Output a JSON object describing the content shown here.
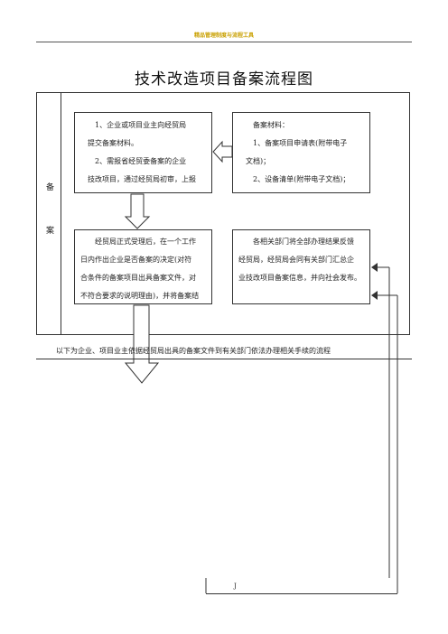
{
  "header": {
    "text": "精品管理制度与流程工具"
  },
  "title": "技术改造项目备案流程图",
  "side_label": {
    "top": "备",
    "bottom": "案"
  },
  "box1": {
    "line1": "1、企业或项目业主向经贸局",
    "line2": "提交备案材料。",
    "line3": "2、需报省经贸委备案的企业",
    "line4": "技改项目，通过经贸局初审，上报"
  },
  "box2": {
    "line1": "备案材料：",
    "line2": "1、备案项目申请表(附带电子",
    "line3": "文档)；",
    "line4": "2、设备清单(附带电子文档)；"
  },
  "box3": {
    "line1": "经贸局正式受理后，在一个工作",
    "line2": "日内作出企业是否备案的决定(对符",
    "line3": "合条件的备案项目出具备案文件，对",
    "line4": "不符合要求的说明理由)，并将备案结"
  },
  "box4": {
    "line1": "各相关部门将全部办理结果反馈",
    "line2": "经贸局，经贸局会同有关部门汇总企",
    "line3": "业技改项目备案信息，并向社会发布。"
  },
  "bottom_text": "以下为企业、项目业主依据经贸局出具的备案文件到有关部门依法办理相关手续的流程",
  "footer": {
    "mark": "J"
  },
  "colors": {
    "header": "#c9a000",
    "line": "#333333",
    "text": "#222222"
  }
}
